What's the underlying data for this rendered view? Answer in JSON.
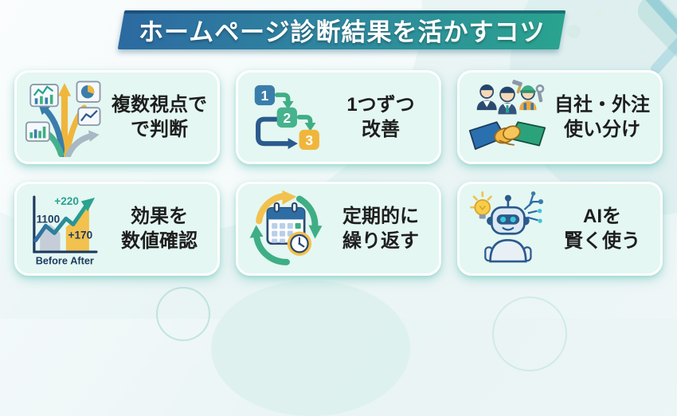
{
  "header": {
    "title": "ホームページ診断結果を活かすコツ"
  },
  "cards": [
    {
      "icon": "branching-arrows-icon",
      "line1": "複数視点で",
      "line2": "で判断"
    },
    {
      "icon": "numbered-steps-icon",
      "line1": "1つずつ",
      "line2": "改善"
    },
    {
      "icon": "workers-handshake-icon",
      "line1": "自社・外注",
      "line2": "使い分け"
    },
    {
      "icon": "growth-chart-icon",
      "line1": "効果を",
      "line2": "数値確認"
    },
    {
      "icon": "calendar-clock-cycle-icon",
      "line1": "定期的に",
      "line2": "繰り返す"
    },
    {
      "icon": "ai-robot-icon",
      "line1": "AIを",
      "line2": "賢く使う"
    }
  ],
  "steps_icon": {
    "step1": "1",
    "step2": "2",
    "step3": "3"
  },
  "growth_chart_icon": {
    "start_value": "1100",
    "gain_top": "+220",
    "gain_bottom": "+170",
    "label_before": "Before",
    "label_after": "After"
  },
  "colors": {
    "banner_blue": "#2c6aa0",
    "banner_teal": "#2aa38f",
    "card_bg": "#e4f7f2",
    "card_glow": "#76cbc1",
    "accent_yellow": "#f2c14e",
    "accent_blue": "#3a7dab",
    "accent_green": "#3fae85",
    "navy": "#1d3a5f",
    "text_dark": "#1e1e1e"
  }
}
